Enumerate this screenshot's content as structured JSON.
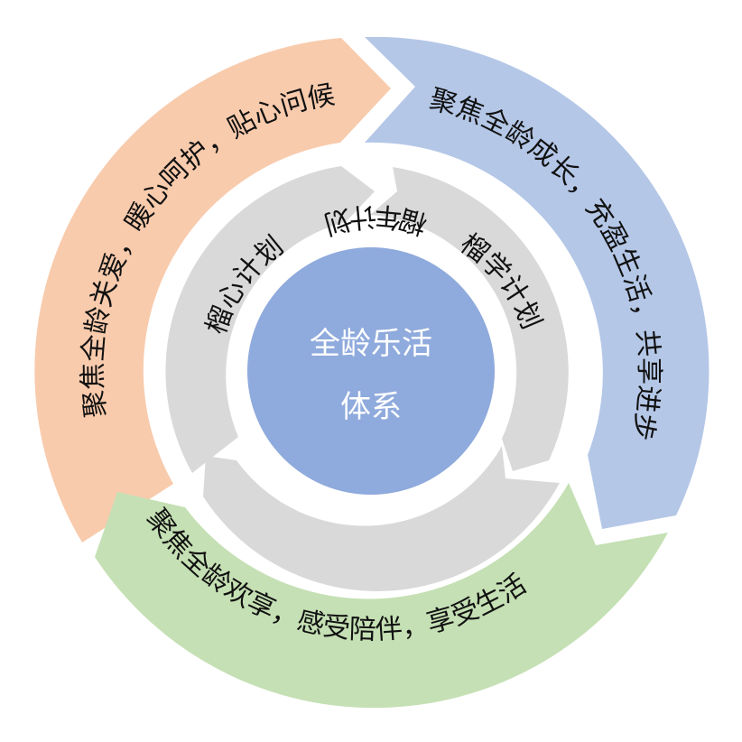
{
  "diagram": {
    "center": {
      "line1": "全龄乐活",
      "line2": "体系"
    },
    "inner_ring": [
      {
        "label": "榴心计划"
      },
      {
        "label": "榴学计划"
      },
      {
        "label": "榴年计划"
      }
    ],
    "outer_ring": [
      {
        "label": "聚焦全龄关爱，暖心呵护，贴心问候",
        "color": "#F8CBAD"
      },
      {
        "label": "聚焦全龄成长，充盈生活，共享进步",
        "color": "#B4C7E7"
      },
      {
        "label": "聚焦全龄欢享，感受陪伴，享受生活",
        "color": "#C5E0B4"
      }
    ],
    "colors": {
      "center": "#8FAADC",
      "inner": "#D9D9D9",
      "background": "#FFFFFF"
    }
  }
}
